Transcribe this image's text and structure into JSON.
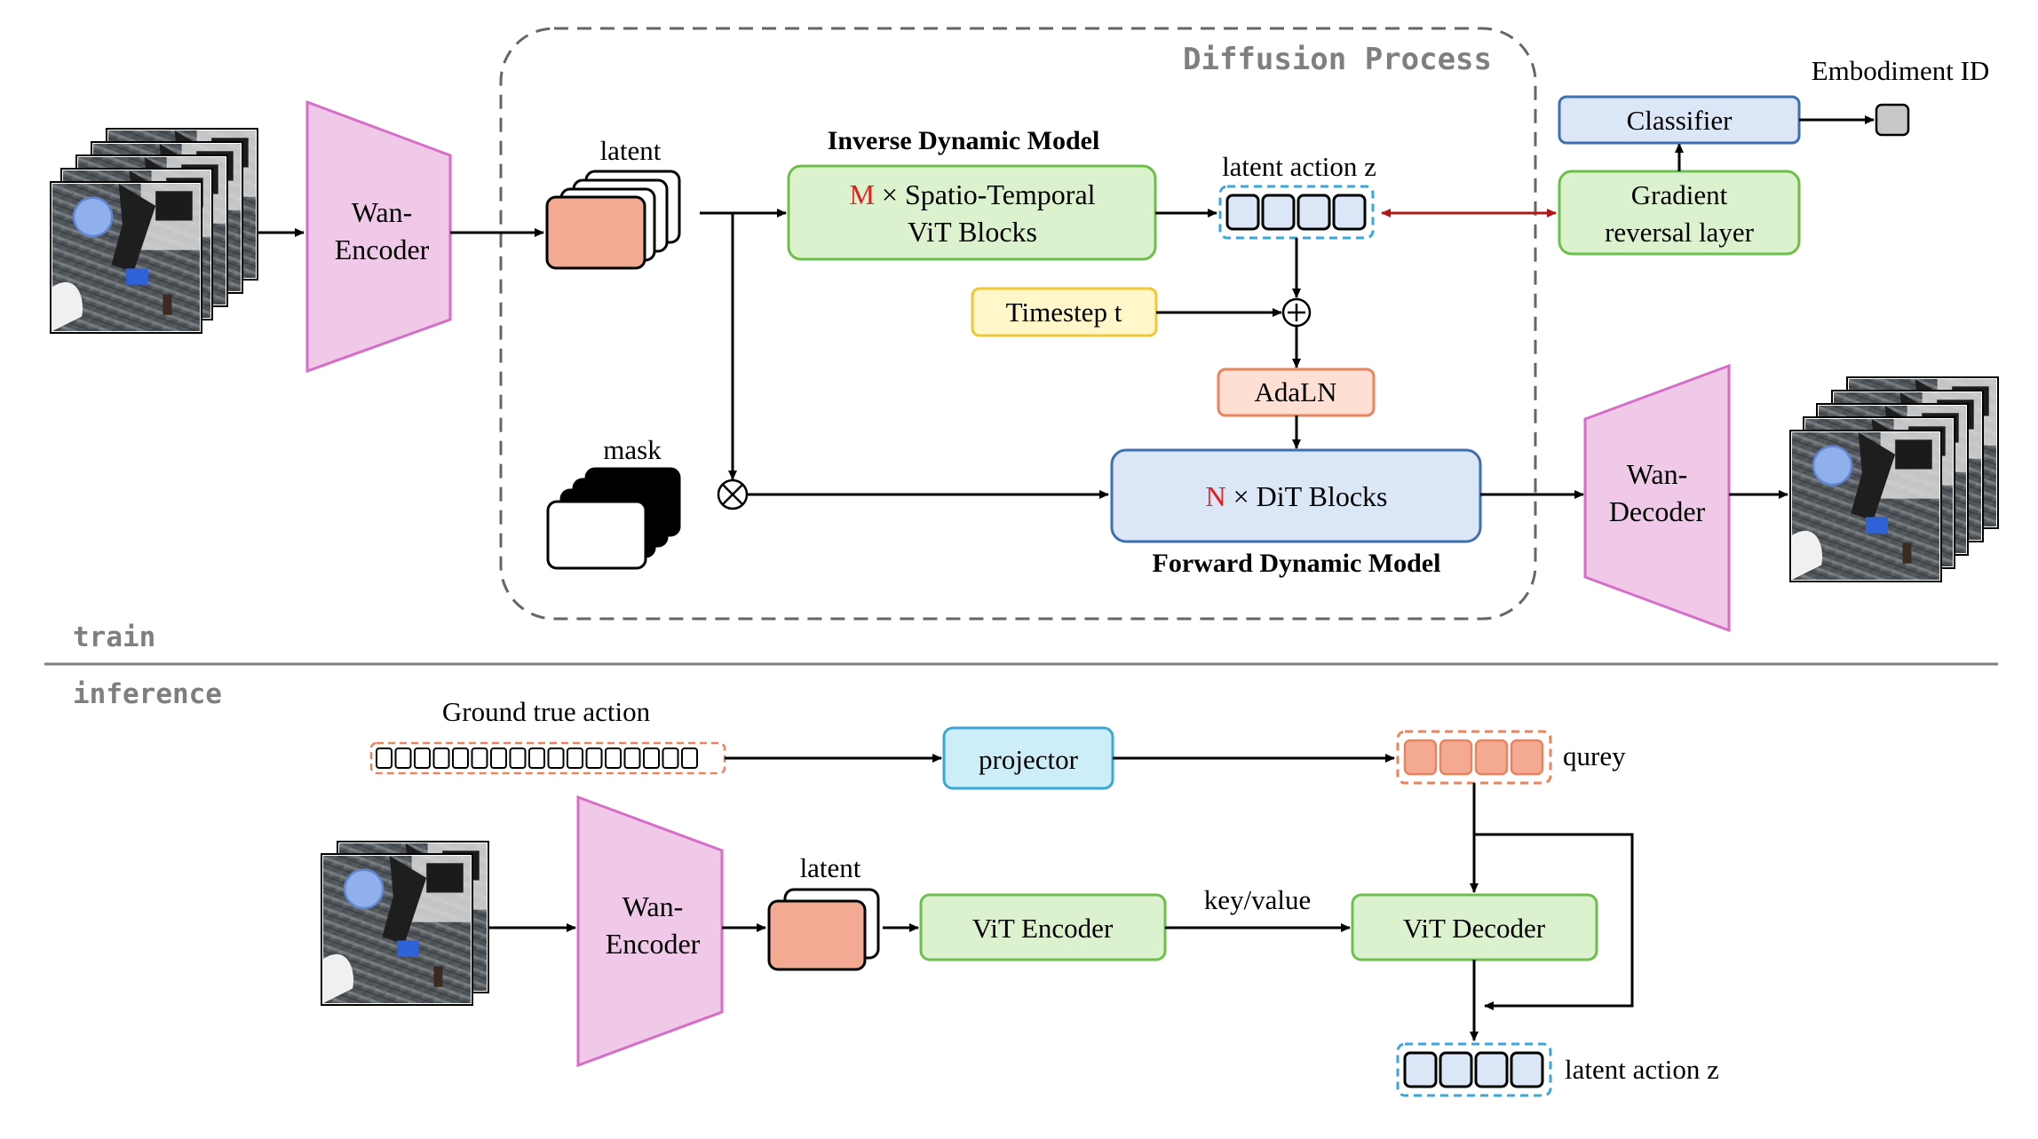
{
  "train": {
    "section_label": "train",
    "diffusion_label": "Diffusion Process",
    "encoder_label_1": "Wan-",
    "encoder_label_2": "Encoder",
    "latent_label": "latent",
    "mask_label": "mask",
    "idm_title": "Inverse Dynamic Model",
    "idm_block_prefix": "M",
    "idm_block_text_1": "× Spatio-Temporal",
    "idm_block_text_2": "ViT Blocks",
    "latent_action_label": "latent action z",
    "timestep_label": "Timestep t",
    "adaln_label": "AdaLN",
    "dit_prefix": "N",
    "dit_text": "× DiT Blocks",
    "fdm_title": "Forward Dynamic Model",
    "decoder_label_1": "Wan-",
    "decoder_label_2": "Decoder",
    "classifier_label": "Classifier",
    "embodiment_label": "Embodiment ID",
    "grl_label_1": "Gradient",
    "grl_label_2": "reversal layer"
  },
  "inference": {
    "section_label": "inference",
    "gt_action_label": "Ground true action",
    "projector_label": "projector",
    "query_label": "qurey",
    "encoder_label_1": "Wan-",
    "encoder_label_2": "Encoder",
    "latent_label": "latent",
    "vit_encoder_label": "ViT Encoder",
    "key_value_label": "key/value",
    "vit_decoder_label": "ViT Decoder",
    "latent_action_label": "latent action z"
  },
  "colors": {
    "pink_fill": "#f1c9e8",
    "pink_stroke": "#d66ec8",
    "green_fill": "#dcf2cf",
    "green_stroke": "#6cbf4a",
    "blue_fill": "#dbe7f7",
    "blue_stroke": "#3e6fb2",
    "salmon_fill": "#f4aa92",
    "yellow_fill": "#fff6c9",
    "yellow_stroke": "#f0c63a",
    "light_salmon_fill": "#fde0d3",
    "light_salmon_stroke": "#e9845e",
    "cyan_fill": "#cdeef9",
    "cyan_stroke": "#3aa7d8",
    "red_text": "#e02020",
    "dashed_gray": "#666666",
    "grl_arrow": "#b01818"
  }
}
